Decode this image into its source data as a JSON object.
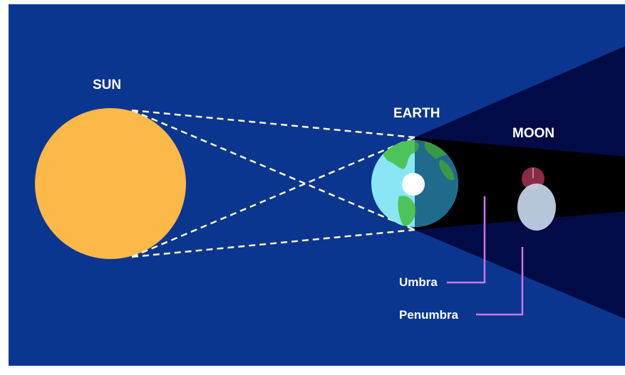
{
  "labels": {
    "sun": "SUN",
    "earth": "EARTH",
    "moon": "MOON",
    "umbra": "Umbra",
    "penumbra": "Penumbra"
  },
  "colors": {
    "background": "#0a3690",
    "sun": "#fdb84a",
    "umbra": "#000000",
    "penumbra": "#020b45",
    "earth_ocean_lit": "#8ae6f5",
    "earth_ocean_dark": "#2a8ab4",
    "earth_land": "#4cc45a",
    "moon": "#c6d6ea",
    "moon_eclipsed": "#8a2a45",
    "dashed_lines": "#fbf6c4",
    "callout_lines": "#c878e8"
  }
}
